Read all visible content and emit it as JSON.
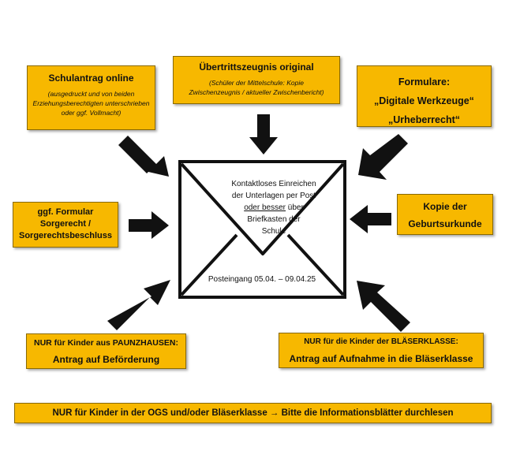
{
  "envelope": {
    "line1": "Kontaktloses Einreichen",
    "line2": "der Unterlagen per Post",
    "underline": "oder besser",
    "line3_rest": " über",
    "line4": "Briefkasten der",
    "line5": "Schule",
    "date": "Posteingang 05.04. – 09.04.25"
  },
  "boxes": {
    "schulantrag": {
      "title": "Schulantrag online",
      "note": "(ausgedruckt und von beiden Erziehungsberechtigten unterschrieben oder ggf. Vollmacht)"
    },
    "zeugnis": {
      "title": "Übertrittszeugnis original",
      "note_line1": "(Schüler der Mittelschule: Kopie",
      "note_line2": "Zwischenzeugnis / aktueller Zwischenbericht)"
    },
    "formulare": {
      "line1": "Formulare:",
      "line2": "„Digitale Werkzeuge“",
      "line3": "„Urheberrecht“"
    },
    "sorgerecht": {
      "line1": "ggf. Formular",
      "line2": "Sorgerecht /",
      "line3": "Sorgerechtsbeschluss"
    },
    "geburtsurkunde": {
      "line1": "Kopie der",
      "line2": "Geburtsurkunde"
    },
    "paunzhausen": {
      "line1": "NUR für Kinder aus PAUNZHAUSEN:",
      "line2": "Antrag auf Beförderung"
    },
    "blaeserklasse": {
      "line1": "NUR für die Kinder der BLÄSERKLASSE:",
      "line2": "Antrag auf Aufnahme in die Bläserklasse"
    },
    "ogs": {
      "text_before": "NUR für Kinder in der OGS und/oder Bläserklasse ",
      "arrow": "→",
      "text_after": " Bitte die Informationsblätter durchlesen"
    }
  },
  "colors": {
    "box_fill": "#F7B800",
    "arrow": "#111111",
    "envelope_stroke": "#111111"
  }
}
